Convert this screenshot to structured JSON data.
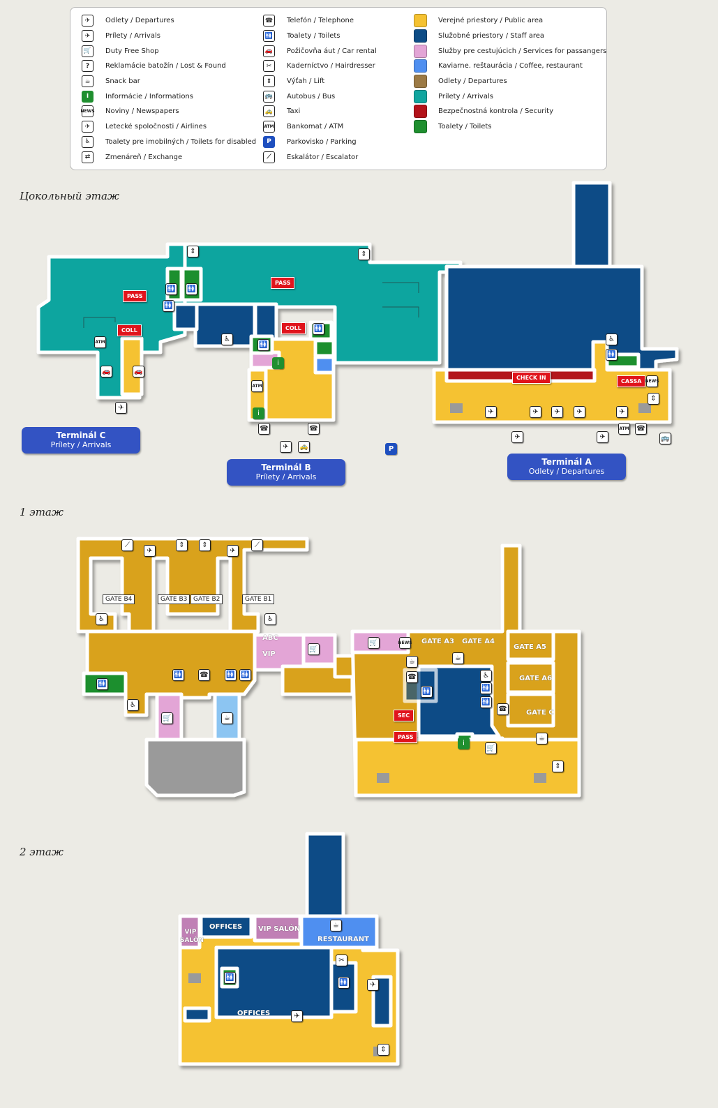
{
  "legend": {
    "col1": [
      {
        "icon": "departures-icon",
        "glyph": "✈",
        "text": "Odlety / Departures"
      },
      {
        "icon": "arrivals-icon",
        "glyph": "✈",
        "text": "Prílety / Arrivals"
      },
      {
        "icon": "duty-free-icon",
        "glyph": "🛒",
        "text": "Duty Free Shop"
      },
      {
        "icon": "lost-found-icon",
        "glyph": "?",
        "text": "Reklamácie batožín / Lost & Found"
      },
      {
        "icon": "snack-bar-icon",
        "glyph": "☕",
        "text": "Snack bar"
      },
      {
        "icon": "information-icon",
        "glyph": "i",
        "text": "Informácie / Informations"
      },
      {
        "icon": "newspapers-icon",
        "glyph": "NEWS",
        "text": "Noviny / Newspapers"
      },
      {
        "icon": "airlines-icon",
        "glyph": "✈",
        "text": "Letecké spoločnosti / Airlines"
      },
      {
        "icon": "disabled-toilet-icon",
        "glyph": "♿",
        "text": "Toalety pre imobilných / Toilets for disabled"
      },
      {
        "icon": "exchange-icon",
        "glyph": "⇄",
        "text": "Zmenáreň / Exchange"
      }
    ],
    "col2": [
      {
        "icon": "telephone-icon",
        "glyph": "☎",
        "text": "Telefón / Telephone"
      },
      {
        "icon": "toilets-icon",
        "glyph": "🚻",
        "text": "Toalety / Toilets"
      },
      {
        "icon": "car-rental-icon",
        "glyph": "🚗",
        "text": "Požičovňa áut / Car rental"
      },
      {
        "icon": "hairdresser-icon",
        "glyph": "✂",
        "text": "Kaderníctvo / Hairdresser"
      },
      {
        "icon": "lift-icon",
        "glyph": "⇕",
        "text": "Výťah / Lift"
      },
      {
        "icon": "bus-icon",
        "glyph": "🚌",
        "text": "Autobus / Bus"
      },
      {
        "icon": "taxi-icon",
        "glyph": "🚕",
        "text": "Taxi"
      },
      {
        "icon": "atm-icon",
        "glyph": "ATM",
        "text": "Bankomat / ATM"
      },
      {
        "icon": "parking-icon",
        "glyph": "P",
        "text": "Parkovisko / Parking"
      },
      {
        "icon": "escalator-icon",
        "glyph": "⟋",
        "text": "Eskalátor / Escalator"
      }
    ],
    "col3": [
      {
        "color": "#f5c232",
        "text": "Verejné priestory / Public area"
      },
      {
        "color": "#0d4c86",
        "text": "Služobné priestory / Staff area"
      },
      {
        "color": "#e3a5d6",
        "text": "Služby pre cestujúcich / Services for passangers"
      },
      {
        "color": "#4f8ff0",
        "text": "Kaviarne. reštaurácia / Coffee, restaurant"
      },
      {
        "color": "#9c7a45",
        "text": "Odlety / Departures"
      },
      {
        "color": "#11a59f",
        "text": "Prílety / Arrivals"
      },
      {
        "color": "#b3121a",
        "text": "Bezpečnostná kontrola / Security"
      },
      {
        "color": "#1f8f2f",
        "text": "Toalety / Toilets"
      }
    ]
  },
  "floors": {
    "ground": "Цокольный этаж",
    "first": "1 этаж",
    "second": "2 этаж"
  },
  "terminals": {
    "c": {
      "name": "Terminál C",
      "sub": "Prílety / Arrivals"
    },
    "b": {
      "name": "Terminál B",
      "sub": "Prílety / Arrivals"
    },
    "a": {
      "name": "Terminál A",
      "sub": "Odlety / Departures"
    }
  },
  "tags": {
    "pass": "PASS",
    "coll": "COLL",
    "checkin": "CHECK IN",
    "cassa": "CASSA",
    "sec": "SEC"
  },
  "gates": {
    "b4": "GATE B4",
    "b3": "GATE B3",
    "b2": "GATE B2",
    "b1": "GATE B1",
    "a3": "GATE A3",
    "a4": "GATE A4",
    "a5": "GATE A5",
    "a6": "GATE A6",
    "c": "GATE C"
  },
  "rooms": {
    "abc": "ABC",
    "vip": "VIP",
    "offices": "OFFICES",
    "vip_salon": "VIP SALÓN",
    "vip_salon_short": "VIP SALÓN",
    "restaurant": "RESTAURANT"
  },
  "colors": {
    "public": "#f5c232",
    "staff": "#0d4c86",
    "services": "#e3a5d6",
    "coffee": "#4f8ff0",
    "arrivals": "#11a59f",
    "toilets": "#1f8f2f",
    "security": "#e0141c",
    "wall": "#ffffff"
  }
}
